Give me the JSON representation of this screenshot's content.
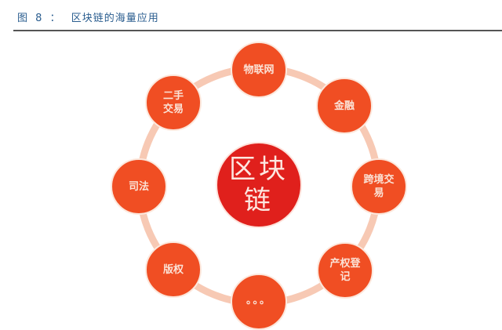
{
  "caption": {
    "label": "图",
    "number": "8",
    "separator": "：",
    "title": "区块链的海量应用"
  },
  "colors": {
    "caption_text": "#2a5d8f",
    "caption_rule": "#555555",
    "center_fill": "#e0201c",
    "node_fill": "#f04e23",
    "node_text": "#fbe2d6",
    "ring_stroke": "#f7c9b4",
    "node_border": "#fce8dd"
  },
  "diagram": {
    "center": {
      "label": "区块链"
    },
    "nodes": [
      {
        "id": "iot",
        "label": "物联网"
      },
      {
        "id": "finance",
        "label": "金融"
      },
      {
        "id": "cross-border-trade",
        "label": "跨境交易"
      },
      {
        "id": "property-registration",
        "label": "产权登记"
      },
      {
        "id": "more",
        "label": "。。。"
      },
      {
        "id": "copyright",
        "label": "版权"
      },
      {
        "id": "judiciary",
        "label": "司法"
      },
      {
        "id": "second-hand-trade",
        "label": "二手交易"
      }
    ]
  }
}
